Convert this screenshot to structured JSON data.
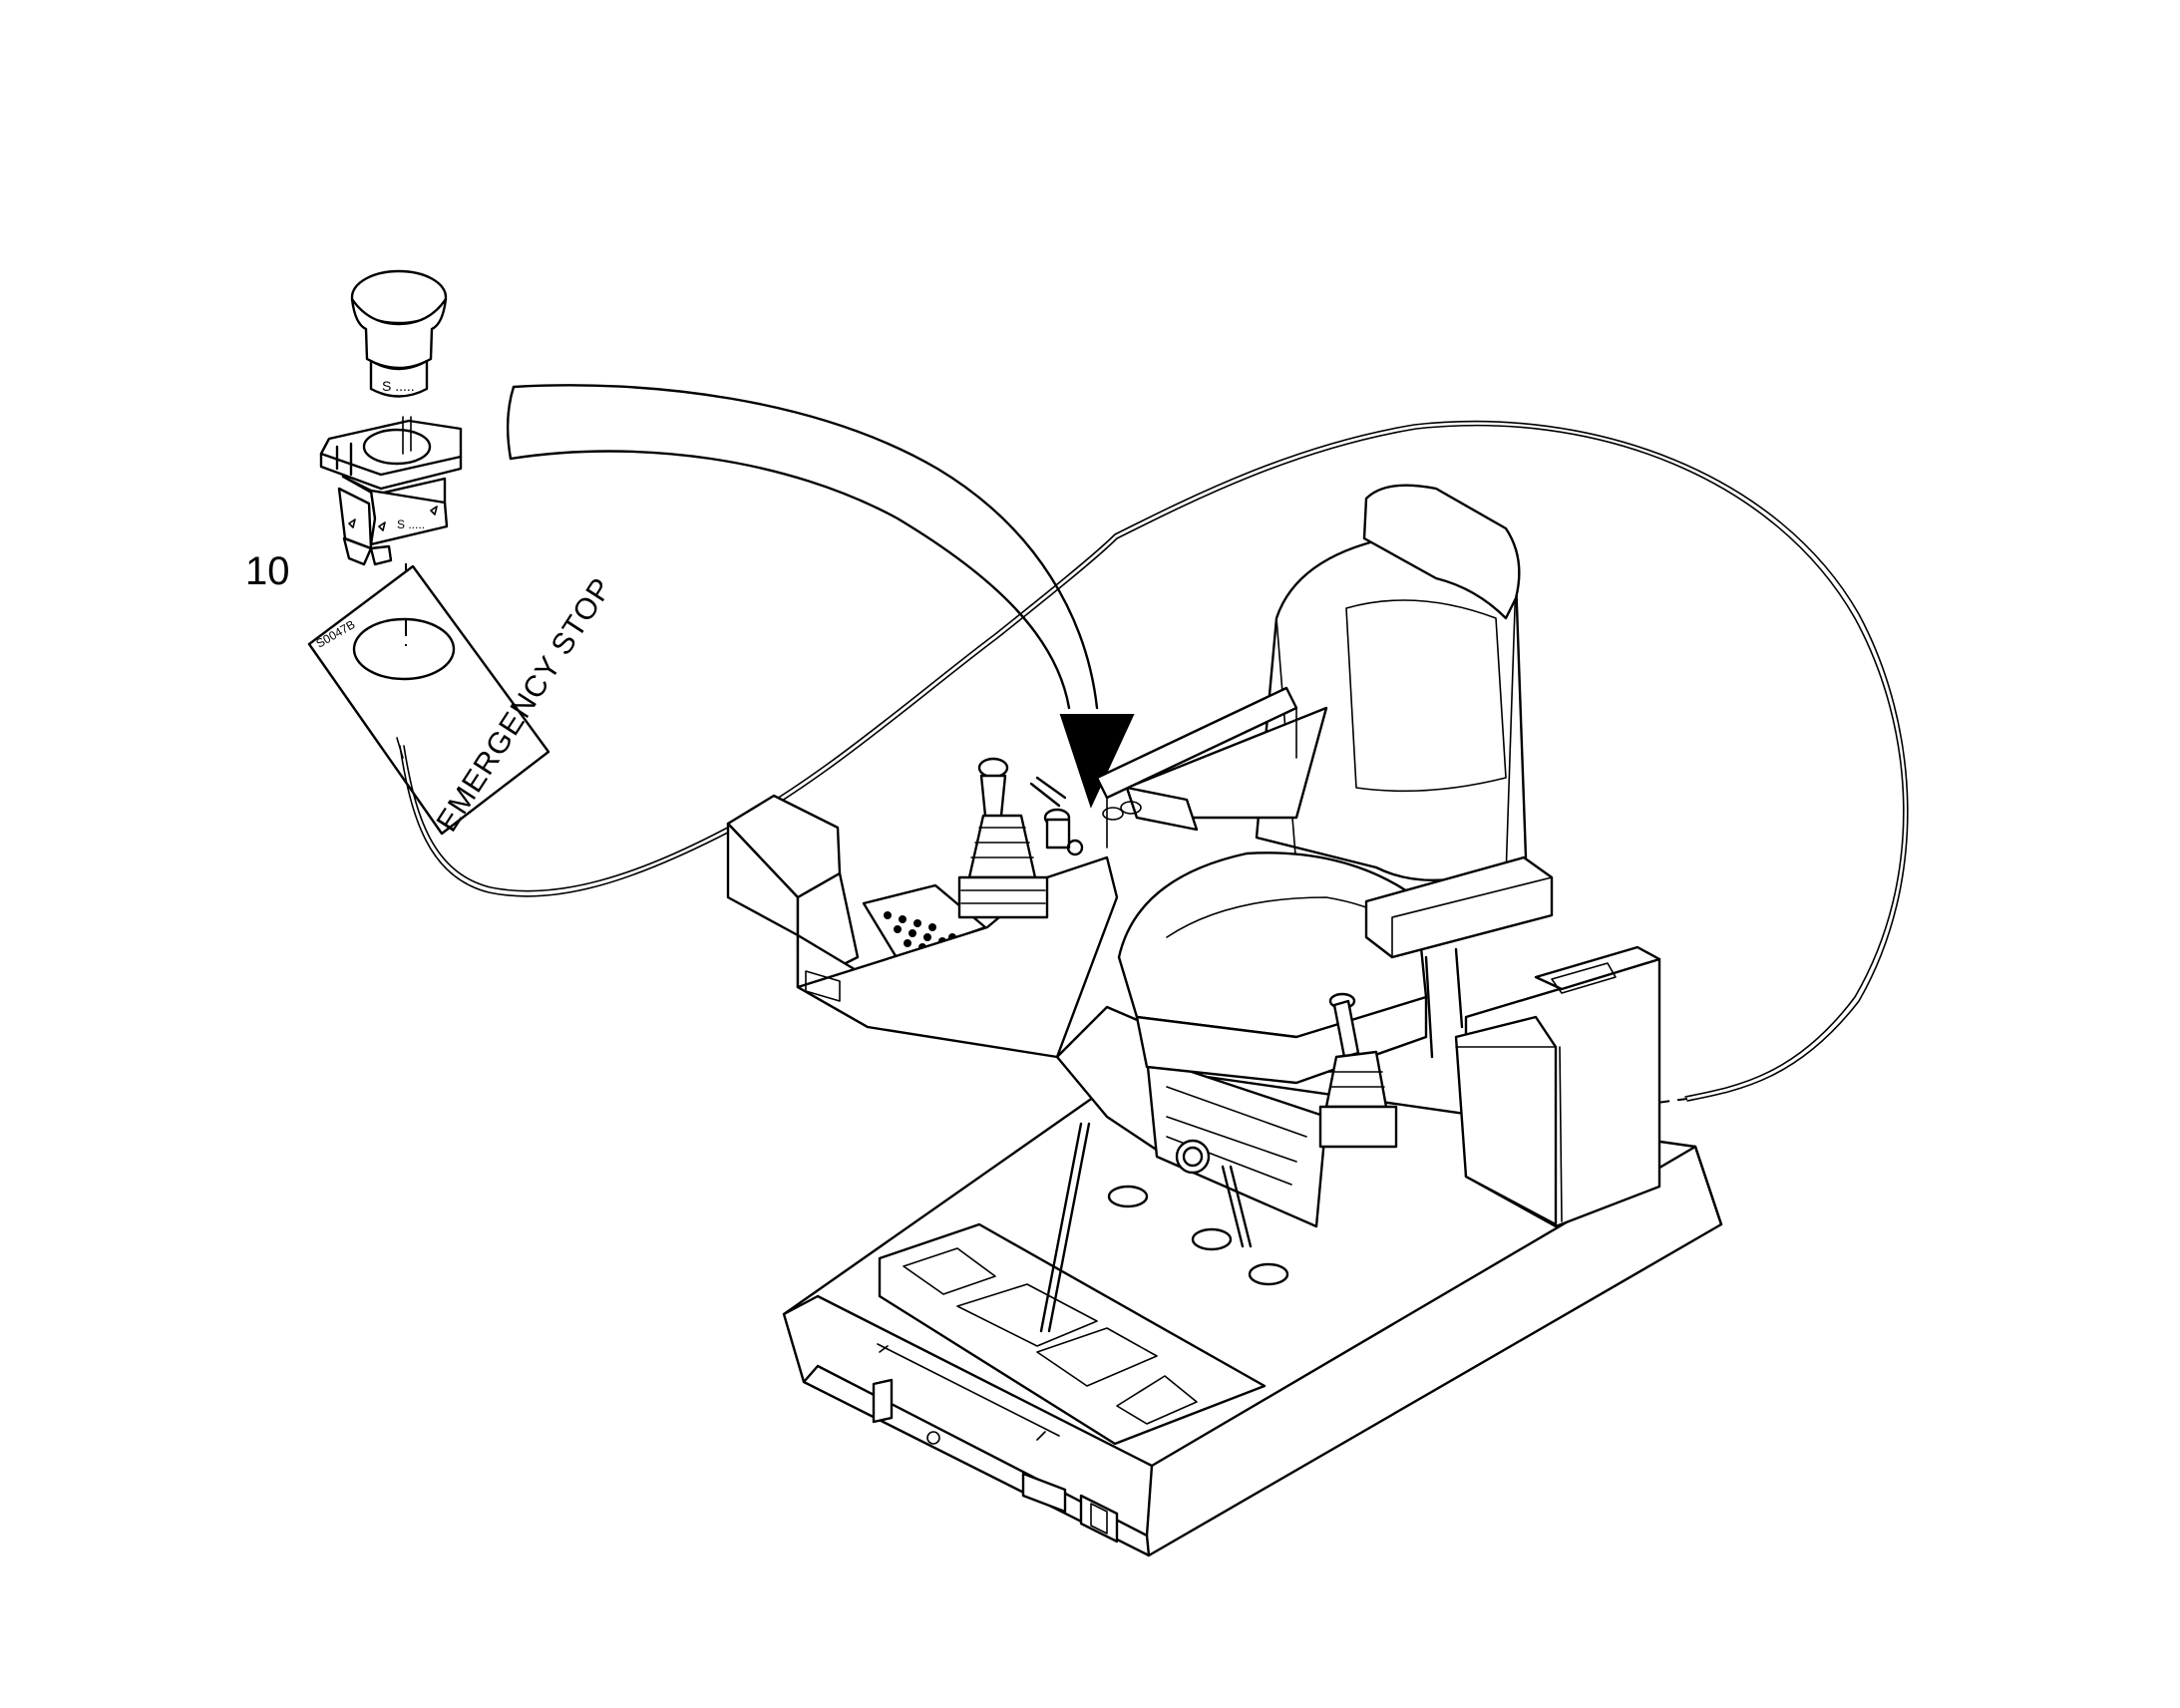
{
  "callouts": [
    {
      "number": "10"
    }
  ],
  "label_plate": {
    "text": "EMERGENCY STOP",
    "code": "S0047B"
  },
  "switch_marking": "S ....."
}
